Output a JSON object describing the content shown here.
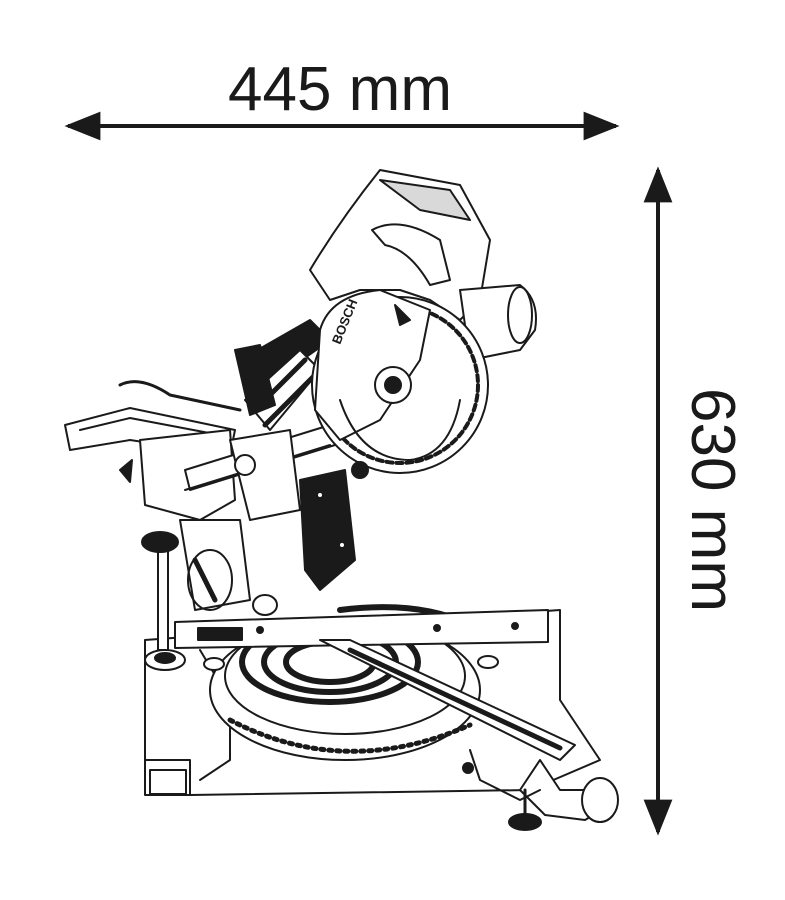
{
  "dimensions": {
    "width_label": "445 mm",
    "height_label": "630 mm"
  },
  "brand": {
    "logo_text": "BOSCH"
  },
  "colors": {
    "ink": "#1a1a1a",
    "fill": "#ffffff",
    "shade": "#d9d9d9"
  },
  "icons": {
    "rotation_arrow": "rotation-direction-arrow-icon"
  }
}
